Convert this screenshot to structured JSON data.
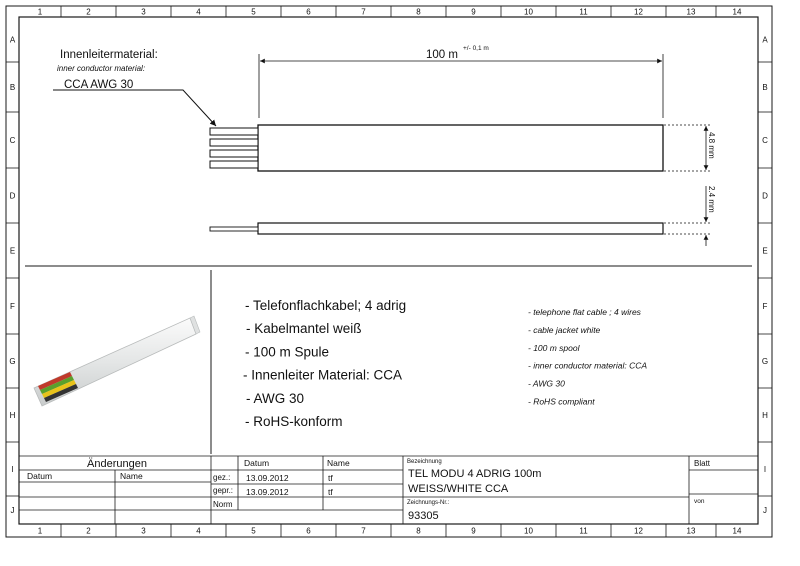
{
  "frame": {
    "column_labels": [
      "1",
      "2",
      "3",
      "4",
      "5",
      "6",
      "7",
      "8",
      "9",
      "10",
      "11",
      "12",
      "13",
      "14"
    ],
    "row_labels": [
      "A",
      "B",
      "C",
      "D",
      "E",
      "F",
      "G",
      "H",
      "I",
      "J"
    ]
  },
  "drawing": {
    "material_label_de": "Innenleitermaterial:",
    "material_label_en": "inner conductor material:",
    "material_value": "CCA  AWG 30",
    "length_dimension": "100 m",
    "length_tolerance": "+/- 0,1 m",
    "width_dimension": "4.8 mm",
    "thickness_dimension": "2.4 mm"
  },
  "description": {
    "de_lines": [
      "- Telefonflachkabel; 4 adrig",
      "- Kabelmantel weiß",
      "- 100 m Spule",
      "- Innenleiter Material: CCA",
      "- AWG 30",
      "- RoHS-konform"
    ],
    "en_lines": [
      "- telephone flat cable ; 4 wires",
      "- cable jacket white",
      "- 100 m spool",
      "- inner conductor material: CCA",
      "- AWG 30",
      "- RoHS compliant"
    ]
  },
  "title_block": {
    "changes_title": "Änderungen",
    "changes_col_date": "Datum",
    "changes_col_name": "Name",
    "date_header": "Datum",
    "name_header": "Name",
    "row_gez_label": "gez.:",
    "row_gepr_label": "gepr.:",
    "row_norm_label": "Norm",
    "gez_date": "13.09.2012",
    "gez_name": "tf",
    "gepr_date": "13.09.2012",
    "gepr_name": "tf",
    "designation_label": "Bezeichnung",
    "designation_line1": "TEL MODU 4 ADRIG 100m",
    "designation_line2": "WEISS/WHITE    CCA",
    "drawing_no_label": "Zeichnungs-Nr.:",
    "drawing_no": "93305",
    "sheet_label": "Blatt",
    "of_label": "von"
  },
  "colors": {
    "line": "#1a1a1a",
    "wire_red": "#c0392b",
    "wire_green": "#5aa02c",
    "wire_yellow": "#e8c21a",
    "wire_black": "#333333"
  }
}
